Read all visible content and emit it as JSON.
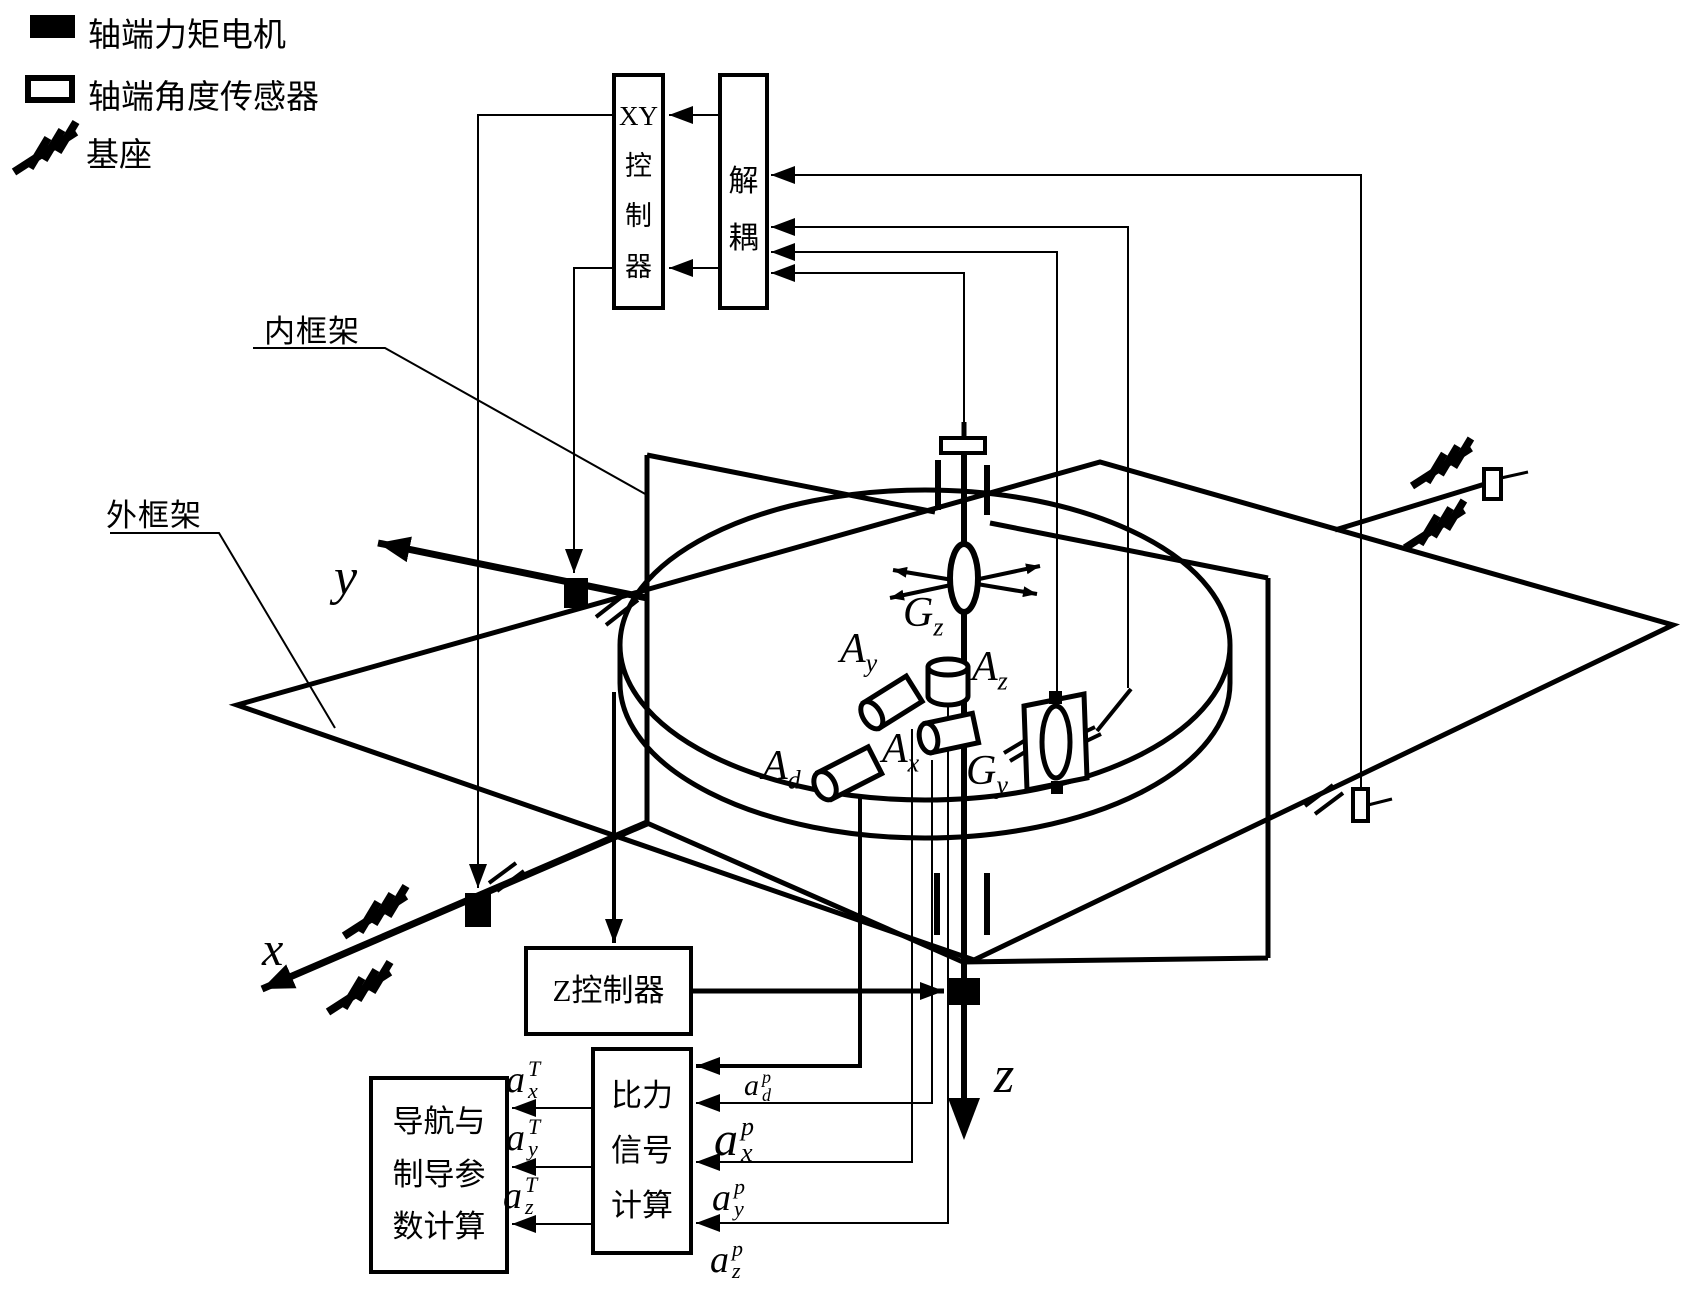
{
  "colors": {
    "ink": "#000000",
    "background": "#ffffff"
  },
  "legend": {
    "items": [
      {
        "icon": "torque-motor-swatch",
        "label": "轴端力矩电机"
      },
      {
        "icon": "angle-sensor-swatch",
        "label": "轴端角度传感器"
      },
      {
        "icon": "base-hatch-swatch",
        "label": "基座"
      }
    ]
  },
  "frames": {
    "inner_label": "内框架",
    "outer_label": "外框架"
  },
  "axes": {
    "x": "x",
    "y": "y",
    "z": "z"
  },
  "blocks": {
    "xy_controller": {
      "lines": [
        "XY",
        "控",
        "制",
        "器"
      ]
    },
    "decoupler": {
      "lines": [
        "解",
        "耦"
      ]
    },
    "z_controller": {
      "label": "Z控制器"
    },
    "force_calc": {
      "lines": [
        "比力",
        "信号",
        "计算"
      ]
    },
    "nav_calc": {
      "lines": [
        "导航与",
        "制导参",
        "数计算"
      ]
    }
  },
  "instruments": {
    "gz": {
      "main": "G",
      "sub": "z"
    },
    "gy": {
      "main": "G",
      "sub": "y"
    },
    "ax": {
      "main": "A",
      "sub": "x"
    },
    "ay": {
      "main": "A",
      "sub": "y"
    },
    "az": {
      "main": "A",
      "sub": "z"
    },
    "ad": {
      "main": "A",
      "sub": "d"
    }
  },
  "signals": {
    "nav_inputs": [
      {
        "main": "a",
        "sup": "T",
        "sub": "x"
      },
      {
        "main": "a",
        "sup": "T",
        "sub": "y"
      },
      {
        "main": "a",
        "sup": "T",
        "sub": "z"
      }
    ],
    "force_inputs": [
      {
        "main": "a",
        "sup": "p",
        "sub": "d"
      },
      {
        "main": "a",
        "sup": "p",
        "sub": "x"
      },
      {
        "main": "a",
        "sup": "p",
        "sub": "y"
      },
      {
        "main": "a",
        "sup": "p",
        "sub": "z"
      }
    ]
  }
}
